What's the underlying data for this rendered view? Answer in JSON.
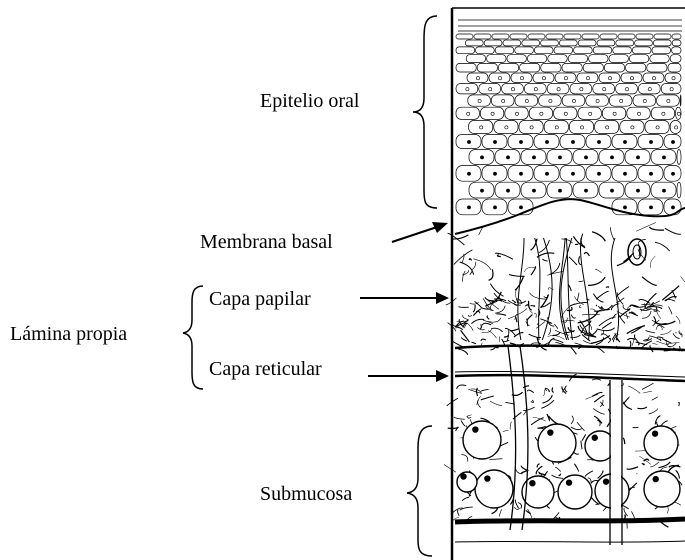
{
  "labels": {
    "epitelio_oral": "Epitelio oral",
    "membrana_basal": "Membrana basal",
    "lamina_propia": "Lámina propia",
    "capa_papilar": "Capa papilar",
    "capa_reticular": "Capa reticular",
    "submucosa": "Submucosa"
  }
}
